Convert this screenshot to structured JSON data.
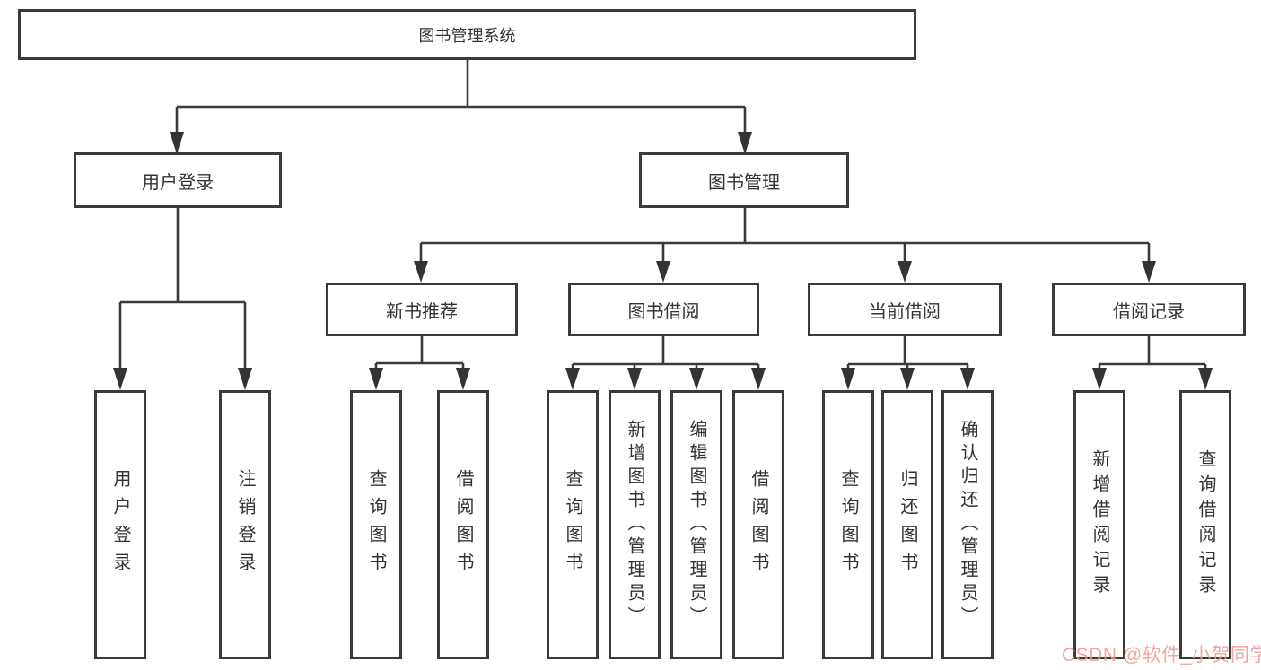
{
  "diagram": {
    "type": "tree-diagram",
    "colors": {
      "line": "#3a3a3a",
      "box_border": "#3a3a3a",
      "text": "#333333",
      "background": "#ffffff",
      "watermark": "#f09e9b"
    },
    "root": {
      "label": "图书管理系统",
      "children": [
        {
          "label": "用户登录",
          "children": [
            {
              "label": "用户登录"
            },
            {
              "label": "注销登录"
            }
          ]
        },
        {
          "label": "图书管理",
          "children": [
            {
              "label": "新书推荐",
              "children": [
                {
                  "label": "查询图书"
                },
                {
                  "label": "借阅图书"
                }
              ]
            },
            {
              "label": "图书借阅",
              "children": [
                {
                  "label": "查询图书"
                },
                {
                  "label": "新增图书（管理员）"
                },
                {
                  "label": "编辑图书（管理员）"
                },
                {
                  "label": "借阅图书"
                }
              ]
            },
            {
              "label": "当前借阅",
              "children": [
                {
                  "label": "查询图书"
                },
                {
                  "label": "归还图书"
                },
                {
                  "label": "确认归还（管理员）"
                }
              ]
            },
            {
              "label": "借阅记录",
              "children": [
                {
                  "label": "新增借阅记录"
                },
                {
                  "label": "查询借阅记录"
                }
              ]
            }
          ]
        }
      ]
    },
    "watermark": "CSDN @软件_小贺同学"
  }
}
